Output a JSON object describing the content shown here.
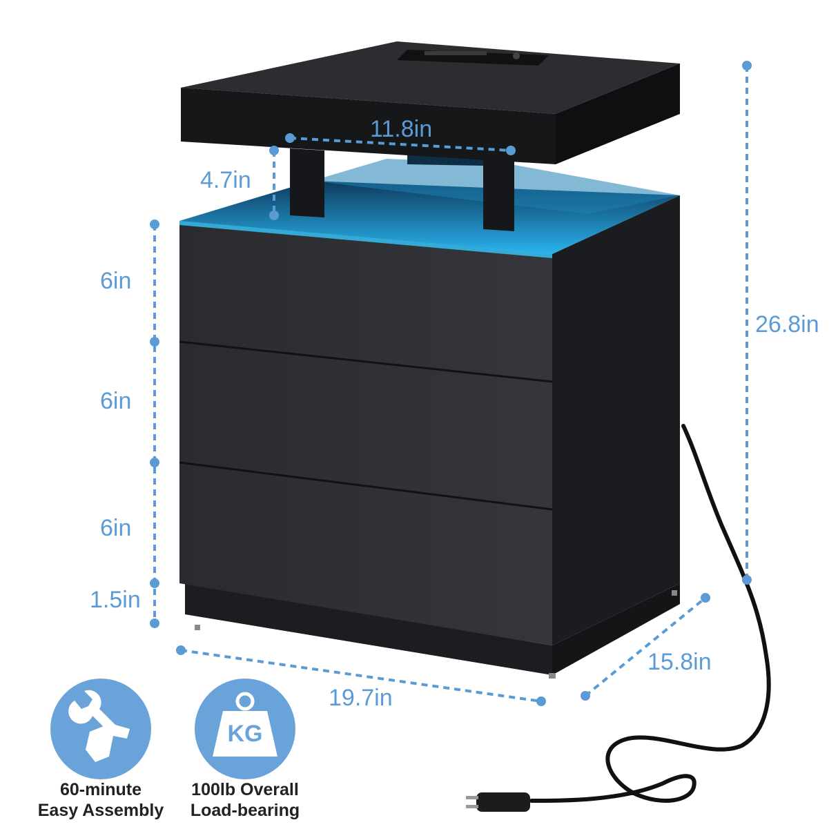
{
  "dimensions": {
    "inner_width": "11.8in",
    "gap_height": "4.7in",
    "drawer_1": "6in",
    "drawer_2": "6in",
    "drawer_3": "6in",
    "base_height": "1.5in",
    "total_height": "26.8in",
    "width": "19.7in",
    "depth": "15.8in"
  },
  "features": [
    {
      "icon": "wrench-hand-icon",
      "line1": "60-minute",
      "line2": "Easy Assembly"
    },
    {
      "icon": "weight-kg-icon",
      "badge": "KG",
      "line1": "100lb Overall",
      "line2": "Load-bearing"
    }
  ],
  "colors": {
    "dimension_blue": "#5b9bd5",
    "icon_circle": "#6aa3d9",
    "cabinet": "#2b2c30",
    "led_glow": "#1fa6e0"
  }
}
